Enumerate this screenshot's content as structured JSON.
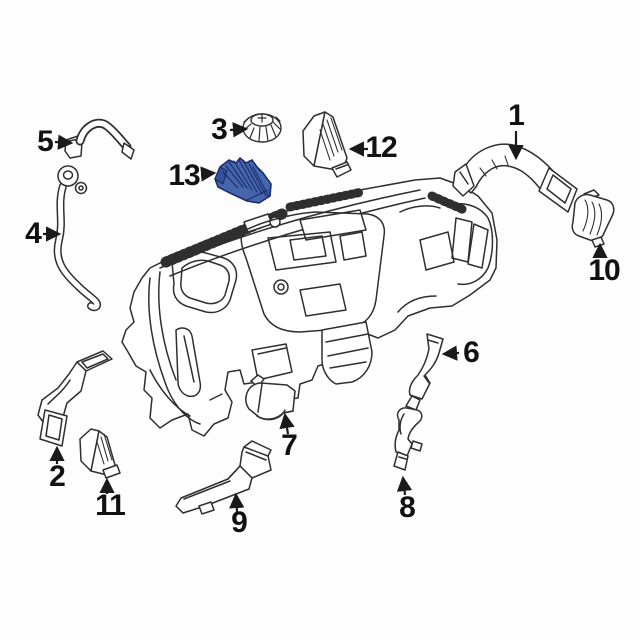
{
  "diagram": {
    "kind": "exploded-parts-line-drawing",
    "subject": "instrument-panel-air-ducts-and-vents",
    "background_color": "#fdfdfd",
    "line_color": "#2f2f2f",
    "label_color": "#111111",
    "highlighted_part": {
      "number": "13",
      "fill_color": "#4565ad",
      "shade_color": "#33509a",
      "outline_color": "#1c2d6b"
    },
    "callouts": [
      {
        "number": "1"
      },
      {
        "number": "2"
      },
      {
        "number": "3"
      },
      {
        "number": "4"
      },
      {
        "number": "5"
      },
      {
        "number": "6"
      },
      {
        "number": "7"
      },
      {
        "number": "8"
      },
      {
        "number": "9"
      },
      {
        "number": "10"
      },
      {
        "number": "11"
      },
      {
        "number": "12"
      },
      {
        "number": "13"
      }
    ]
  }
}
